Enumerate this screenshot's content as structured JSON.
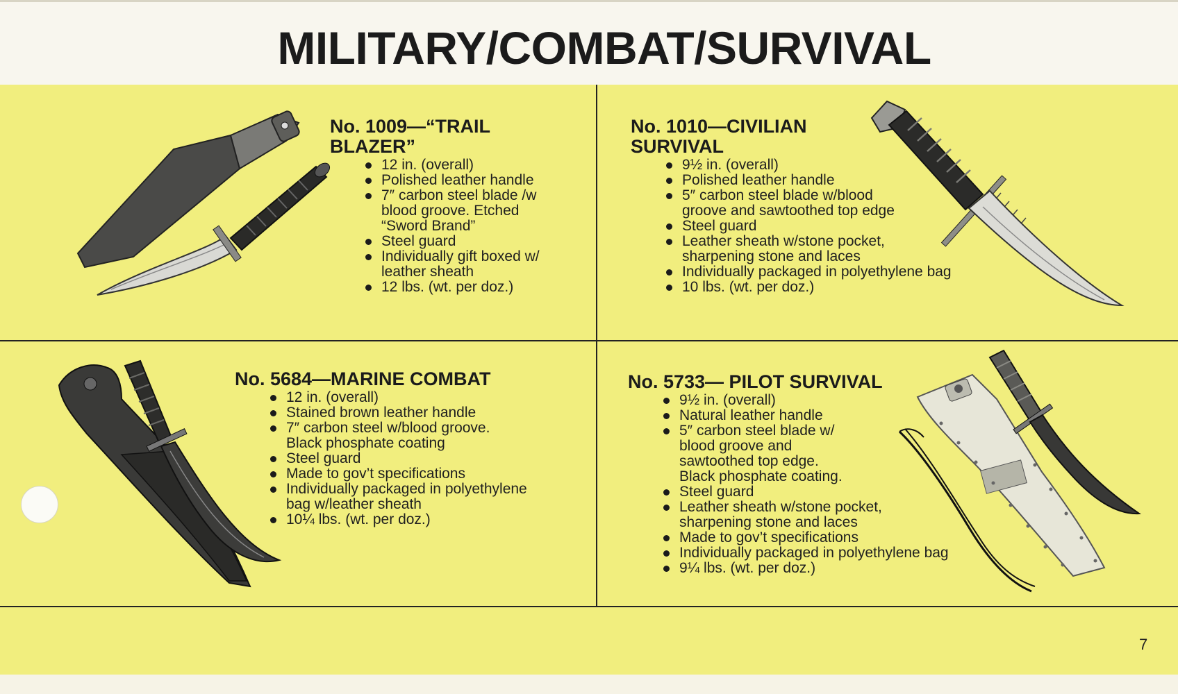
{
  "title": "MILITARY/COMBAT/SURVIVAL",
  "page_number": "7",
  "knives": [
    {
      "title": "No. 1009—“TRAIL BLAZER”",
      "specs": [
        "12 in. (overall)",
        "Polished leather handle",
        "7″ carbon steel blade /w\nblood groove. Etched\n“Sword Brand”",
        "Steel guard",
        "Individually gift boxed w/\nleather sheath",
        "12 lbs. (wt. per doz.)"
      ]
    },
    {
      "title": "No. 1010—CIVILIAN SURVIVAL",
      "specs": [
        "9½ in. (overall)",
        "Polished leather handle",
        "5″ carbon steel blade w/blood\ngroove and sawtoothed top edge",
        "Steel guard",
        "Leather sheath w/stone pocket,\nsharpening stone and laces",
        "Individually packaged in polyethylene bag",
        "10 lbs. (wt. per doz.)"
      ]
    },
    {
      "title": "No. 5684—MARINE COMBAT",
      "specs": [
        "12 in. (overall)",
        "Stained brown leather handle",
        "7″ carbon steel w/blood groove.\nBlack phosphate coating",
        "Steel guard",
        "Made to gov’t specifications",
        "Individually packaged in polyethylene\nbag w/leather sheath",
        "10¼ lbs. (wt. per doz.)"
      ]
    },
    {
      "title": "No. 5733— PILOT SURVIVAL",
      "specs": [
        "9½ in. (overall)",
        "Natural leather handle",
        "5″ carbon steel blade w/\nblood groove and\nsawtoothed top edge.\nBlack phosphate coating.",
        "Steel guard",
        "Leather sheath w/stone pocket,\nsharpening stone and laces",
        "Made to gov’t specifications",
        "Individually packaged in polyethylene bag",
        "9¼ lbs. (wt. per doz.)"
      ]
    }
  ],
  "colors": {
    "page_background": "#f1ee7e",
    "header_background": "#f8f6ee",
    "rule": "#222222",
    "text": "#1b1b1b"
  }
}
